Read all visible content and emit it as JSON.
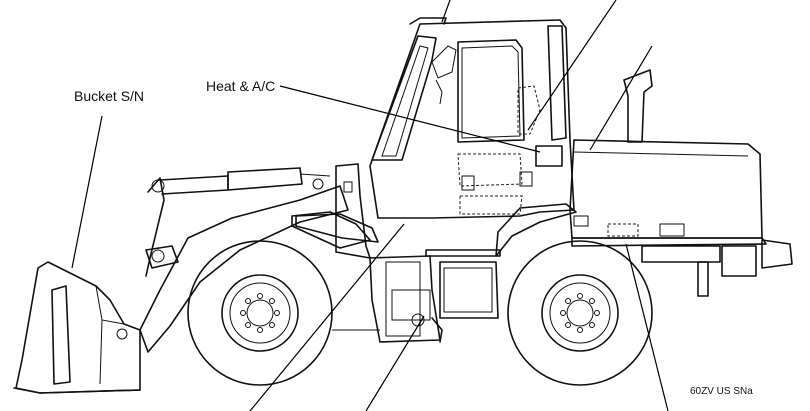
{
  "labels": {
    "heat_ac": "Heat & A/C",
    "bucket_sn": "Bucket S/N",
    "caption": "60ZV US SNa"
  }
}
